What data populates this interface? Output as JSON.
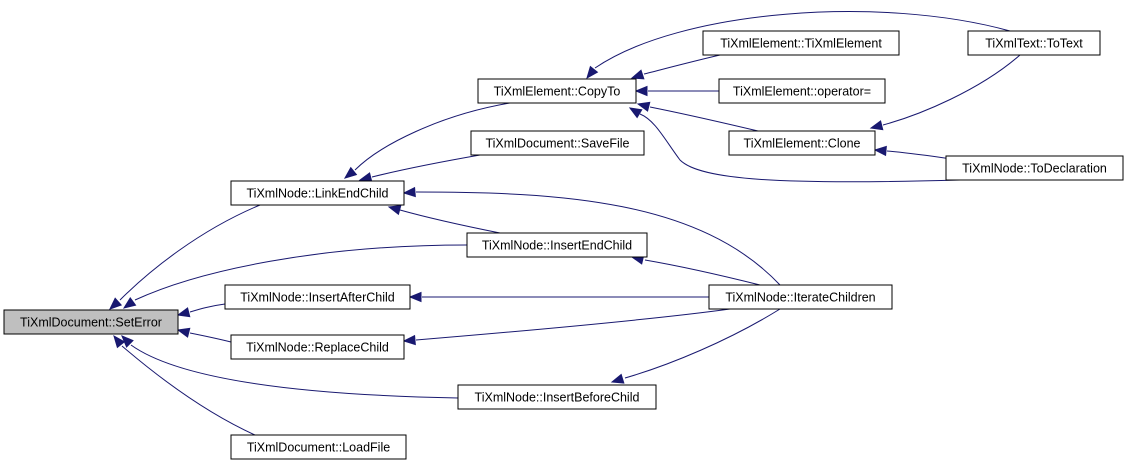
{
  "graph": {
    "nodes": [
      {
        "id": "n0",
        "label": "TiXmlDocument::SetError",
        "root": true
      },
      {
        "id": "n1",
        "label": "TiXmlNode::LinkEndChild"
      },
      {
        "id": "n2",
        "label": "TiXmlNode::InsertAfterChild"
      },
      {
        "id": "n3",
        "label": "TiXmlNode::ReplaceChild"
      },
      {
        "id": "n4",
        "label": "TiXmlDocument::LoadFile"
      },
      {
        "id": "n5",
        "label": "TiXmlElement::CopyTo"
      },
      {
        "id": "n6",
        "label": "TiXmlDocument::SaveFile"
      },
      {
        "id": "n7",
        "label": "TiXmlNode::InsertEndChild"
      },
      {
        "id": "n8",
        "label": "TiXmlNode::InsertBeforeChild"
      },
      {
        "id": "n9",
        "label": "TiXmlElement::TiXmlElement"
      },
      {
        "id": "n10",
        "label": "TiXmlElement::operator="
      },
      {
        "id": "n11",
        "label": "TiXmlElement::Clone"
      },
      {
        "id": "n12",
        "label": "TiXmlNode::IterateChildren"
      },
      {
        "id": "n13",
        "label": "TiXmlText::ToText"
      },
      {
        "id": "n14",
        "label": "TiXmlNode::ToDeclaration"
      }
    ],
    "edges": [
      {
        "from": "n1",
        "to": "n0"
      },
      {
        "from": "n7",
        "to": "n0"
      },
      {
        "from": "n2",
        "to": "n0"
      },
      {
        "from": "n3",
        "to": "n0"
      },
      {
        "from": "n8",
        "to": "n0"
      },
      {
        "from": "n4",
        "to": "n0"
      },
      {
        "from": "n5",
        "to": "n1"
      },
      {
        "from": "n6",
        "to": "n1"
      },
      {
        "from": "n7",
        "to": "n1"
      },
      {
        "from": "n12",
        "to": "n1"
      },
      {
        "from": "n13",
        "to": "n5"
      },
      {
        "from": "n9",
        "to": "n5"
      },
      {
        "from": "n10",
        "to": "n5"
      },
      {
        "from": "n11",
        "to": "n5"
      },
      {
        "from": "n14",
        "to": "n5"
      },
      {
        "from": "n13",
        "to": "n11"
      },
      {
        "from": "n14",
        "to": "n11"
      },
      {
        "from": "n12",
        "to": "n7"
      },
      {
        "from": "n12",
        "to": "n2"
      },
      {
        "from": "n12",
        "to": "n3"
      },
      {
        "from": "n12",
        "to": "n8"
      }
    ],
    "colors": {
      "edge": "#191970",
      "node_border": "#000000",
      "node_fill": "#ffffff",
      "root_fill": "#bfbfbf"
    }
  }
}
